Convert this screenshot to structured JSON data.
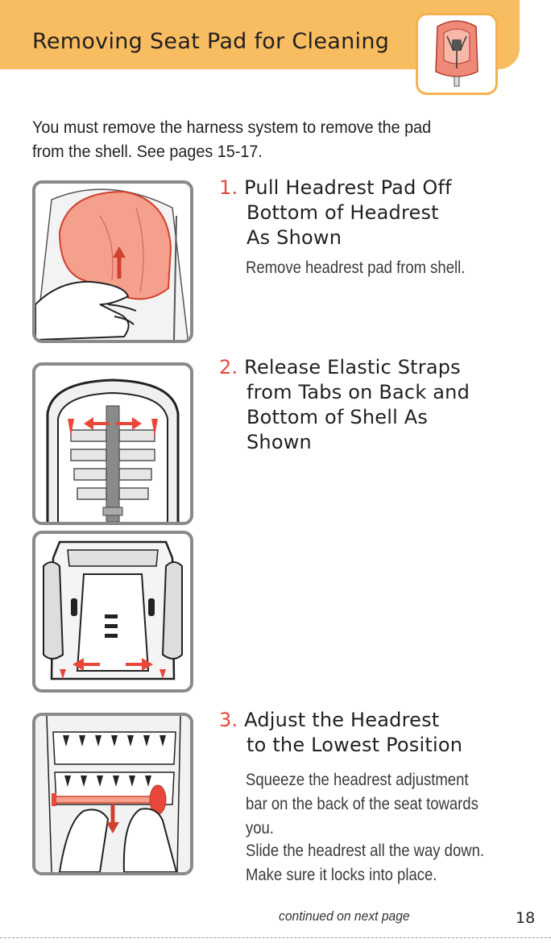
{
  "header": {
    "title": "Removing Seat Pad for Cleaning",
    "thumbnail_icon": "car-seat-icon"
  },
  "intro": {
    "line1": "You must remove the harness system to remove the pad",
    "line2": "from the shell. See pages 15-17."
  },
  "steps": [
    {
      "number": "1.",
      "heading_lines": [
        "Pull Headrest Pad Off",
        "Bottom of Headrest",
        "As Shown"
      ],
      "body": [
        "Remove headrest pad from shell."
      ],
      "illustrations": [
        "headrest-pad-illustration"
      ]
    },
    {
      "number": "2.",
      "heading_lines": [
        "Release Elastic Straps",
        "from Tabs on Back and",
        "Bottom of Shell As",
        "Shown"
      ],
      "body": [],
      "illustrations": [
        "shell-back-illustration",
        "shell-bottom-illustration"
      ]
    },
    {
      "number": "3.",
      "heading_lines": [
        "Adjust the Headrest",
        "to the Lowest Position"
      ],
      "body": [
        [
          "Squeeze the headrest adjustment",
          "bar on the back of the seat towards",
          "you."
        ],
        [
          "Slide the headrest all the way down.",
          "Make sure it locks into place."
        ]
      ],
      "illustrations": [
        "headrest-adjust-illustration"
      ]
    }
  ],
  "footer": {
    "continued": "continued on next page",
    "page_number": "18"
  },
  "colors": {
    "header_band": "#f8bd60",
    "accent_red": "#e8473a",
    "pad_fill": "#f4a08c",
    "frame_gray": "#8a8a8a"
  }
}
